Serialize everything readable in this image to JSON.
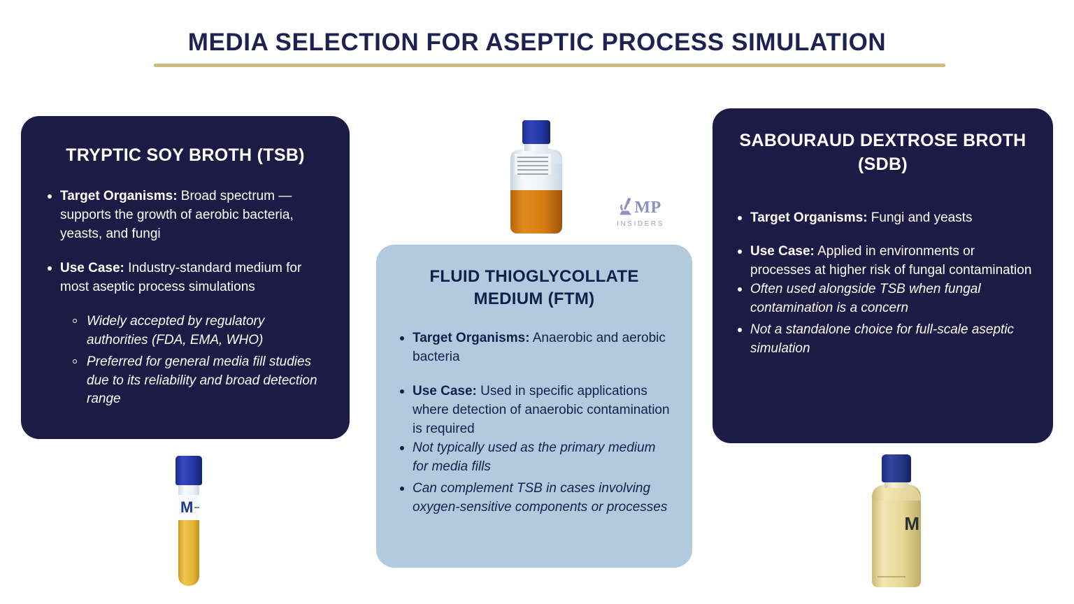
{
  "page": {
    "title": "MEDIA SELECTION FOR ASEPTIC PROCESS SIMULATION",
    "background_color": "#ffffff",
    "title_color": "#1f2150",
    "rule_color": "#ccbb83"
  },
  "colors": {
    "card_dark": "#1c1b45",
    "card_light": "#b2cade",
    "text_on_dark": "#ffffff",
    "text_on_light": "#11204a",
    "cap_blue": "#2336a6",
    "broth_amber": "#d47d13",
    "broth_yellow": "#e6b636",
    "logo_gray": "#9a9ec2"
  },
  "cards": [
    {
      "id": "tsb",
      "heading": "TRYPTIC SOY BROTH (TSB)",
      "theme": "dark",
      "bullets": [
        {
          "label": "Target Organisms:",
          "text": " Broad spectrum — supports the growth of aerobic bacteria, yeasts, and fungi"
        },
        {
          "label": "Use Case:",
          "text": " Industry-standard medium for most aseptic process simulations"
        }
      ],
      "subbullets": [
        "Widely accepted by regulatory authorities (FDA, EMA, WHO)",
        "Preferred for general media fill studies due to its reliability and broad detection range"
      ]
    },
    {
      "id": "ftm",
      "heading": "FLUID THIOGLYCOLLATE MEDIUM (FTM)",
      "theme": "light",
      "bullets": [
        {
          "label": "Target Organisms:",
          "text": " Anaerobic and aerobic bacteria"
        },
        {
          "label": "Use Case:",
          "text": " Used in specific applications where detection of anaerobic contamination is required"
        }
      ],
      "italic_bullets": [
        "Not typically used as the primary medium for media fills",
        "Can complement TSB in cases involving oxygen-sensitive components or processes"
      ]
    },
    {
      "id": "sdb",
      "heading": "SABOURAUD DEXTROSE BROTH (SDB)",
      "theme": "dark",
      "bullets": [
        {
          "label": "Target Organisms:",
          "text": " Fungi and yeasts"
        },
        {
          "label": "Use Case:",
          "text": " Applied in environments or processes at higher risk of fungal contamination"
        }
      ],
      "italic_bullets": [
        "Often used alongside TSB when fungal contamination is a concern",
        "Not a standalone choice for full-scale aseptic simulation"
      ]
    }
  ],
  "logo": {
    "icon": "microscope-icon",
    "word": "MP",
    "subtitle": "INSIDERS"
  },
  "vessels": [
    {
      "id": "top-center-bottle",
      "type": "media-bottle",
      "cap_color": "#2336a6",
      "liquid_color": "#d47d13",
      "label_mark": ""
    },
    {
      "id": "bottom-left-tube",
      "type": "media-test-tube",
      "cap_color": "#2336a6",
      "liquid_color": "#e6b636",
      "label_mark": "M"
    },
    {
      "id": "bottom-right-bottle",
      "type": "media-bottle",
      "cap_color": "#243682",
      "liquid_color": "#e8d999",
      "label_mark": "M"
    }
  ]
}
